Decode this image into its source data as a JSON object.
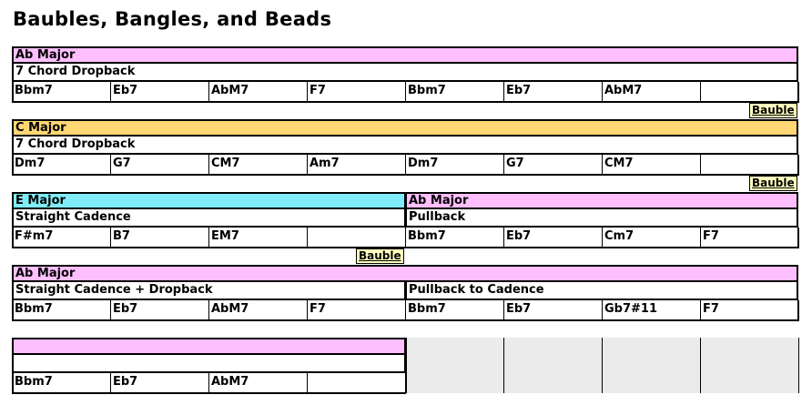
{
  "title": "Baubles, Bangles, and Beads",
  "colors": {
    "ab_major": "#ffbfff",
    "c_major": "#ffd773",
    "e_major": "#80ecf8",
    "empty_grey": "#ebebeb",
    "bauble_bg": "#ffffbf"
  },
  "rows": [
    {
      "segments": [
        {
          "start": 0,
          "span": 8,
          "key": "Ab Major",
          "color": "#ffbfff",
          "pattern": "7 Chord Dropback"
        }
      ],
      "chords": [
        "Bbm7",
        "Eb7",
        "AbM7",
        "F7",
        "Bbm7",
        "Eb7",
        "AbM7",
        ""
      ],
      "bauble": {
        "label": "Bauble",
        "align": "end"
      }
    },
    {
      "segments": [
        {
          "start": 0,
          "span": 8,
          "key": "C Major",
          "color": "#ffd773",
          "pattern": "7 Chord Dropback"
        }
      ],
      "chords": [
        "Dm7",
        "G7",
        "CM7",
        "Am7",
        "Dm7",
        "G7",
        "CM7",
        ""
      ],
      "bauble": {
        "label": "Bauble",
        "align": "end"
      }
    },
    {
      "segments": [
        {
          "start": 0,
          "span": 4,
          "key": "E Major",
          "color": "#80ecf8",
          "pattern": "Straight Cadence"
        },
        {
          "start": 4,
          "span": 4,
          "key": "Ab Major",
          "color": "#ffbfff",
          "pattern": "Pullback"
        }
      ],
      "chords": [
        "F#m7",
        "B7",
        "EM7",
        "",
        "Bbm7",
        "Eb7",
        "Cm7",
        "F7"
      ],
      "bauble": {
        "label": "Bauble",
        "align": "middle"
      }
    },
    {
      "segments": [
        {
          "start": 0,
          "span": 8,
          "key": "Ab Major",
          "color": "#ffbfff",
          "pattern": null
        }
      ],
      "patterns": [
        {
          "start": 0,
          "span": 4,
          "text": "Straight Cadence + Dropback"
        },
        {
          "start": 4,
          "span": 4,
          "text": "Pullback to Cadence"
        }
      ],
      "chords": [
        "Bbm7",
        "Eb7",
        "AbM7",
        "F7",
        "Bbm7",
        "Eb7",
        "Gb7#11",
        "F7"
      ],
      "bauble": null
    },
    {
      "segments": [
        {
          "start": 0,
          "span": 4,
          "key": "",
          "color": "#ffbfff",
          "pattern": ""
        }
      ],
      "chords": [
        "Bbm7",
        "Eb7",
        "AbM7",
        "",
        "",
        "",
        "",
        ""
      ],
      "empty_from": 4,
      "bauble": null
    }
  ]
}
